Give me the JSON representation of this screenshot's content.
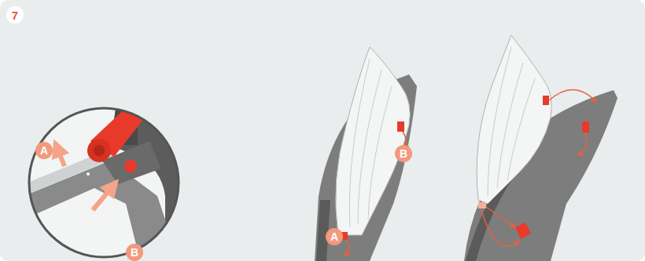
{
  "diagram": {
    "nodes": [
      {
        "text": [
          "7"
        ]
      },
      {
        "text": [
          "A"
        ]
      },
      {
        "text": [
          "B"
        ]
      },
      {
        "text": [
          "B"
        ]
      },
      {
        "text": [
          "A"
        ]
      }
    ]
  }
}
